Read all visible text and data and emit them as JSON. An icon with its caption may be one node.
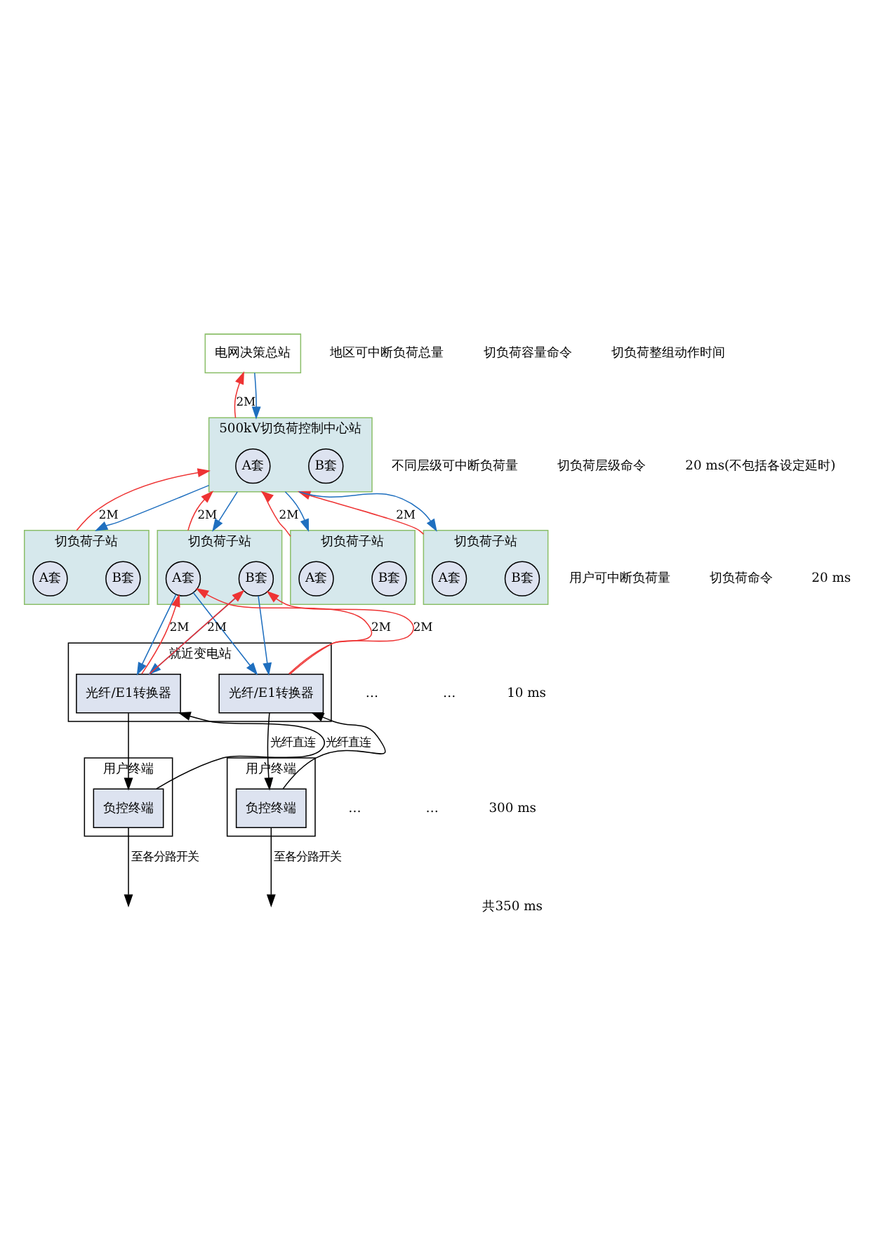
{
  "diagram": {
    "nodes": [
      {
        "text": [
          "电网决策总站"
        ]
      },
      {
        "text": [
          "500kV切负荷控制中心站"
        ]
      },
      {
        "text": [
          "A套"
        ],
        "in": 1
      },
      {
        "text": [
          "B套"
        ],
        "in": 1
      },
      {
        "text": [
          "切负荷子站"
        ]
      },
      {
        "text": [
          "A套"
        ],
        "in": 4
      },
      {
        "text": [
          "B套"
        ],
        "in": 4
      },
      {
        "text": [
          "切负荷子站"
        ]
      },
      {
        "text": [
          "A套"
        ],
        "in": 7
      },
      {
        "text": [
          "B套"
        ],
        "in": 7
      },
      {
        "text": [
          "切负荷子站"
        ]
      },
      {
        "text": [
          "A套"
        ],
        "in": 10
      },
      {
        "text": [
          "B套"
        ],
        "in": 10
      },
      {
        "text": [
          "切负荷子站"
        ]
      },
      {
        "text": [
          "A套"
        ],
        "in": 13
      },
      {
        "text": [
          "B套"
        ],
        "in": 13
      },
      {
        "text": [
          "就近变电站"
        ]
      },
      {
        "text": [
          "光纤/E1转换器"
        ],
        "in": 16
      },
      {
        "text": [
          "光纤/E1转换器"
        ],
        "in": 16
      },
      {
        "text": [
          "用户终端"
        ]
      },
      {
        "text": [
          "负控终端"
        ],
        "in": 19
      },
      {
        "text": [
          "用户终端"
        ]
      },
      {
        "text": [
          "负控终端"
        ],
        "in": 21
      }
    ],
    "edges": [
      {
        "from": 1,
        "to": 0,
        "arrow": "to",
        "color": "#ee3333",
        "label": "2M"
      },
      {
        "from": 0,
        "to": 1,
        "arrow": "to",
        "color": "#1f6fbf"
      },
      {
        "from": 4,
        "to": 1,
        "arrow": "to",
        "color": "#ee3333",
        "label": "2M"
      },
      {
        "from": 1,
        "to": 4,
        "arrow": "to",
        "color": "#1f6fbf"
      },
      {
        "from": 7,
        "to": 1,
        "arrow": "to",
        "color": "#ee3333",
        "label": "2M"
      },
      {
        "from": 1,
        "to": 7,
        "arrow": "to",
        "color": "#1f6fbf"
      },
      {
        "from": 10,
        "to": 1,
        "arrow": "to",
        "color": "#ee3333",
        "label": "2M"
      },
      {
        "from": 1,
        "to": 10,
        "arrow": "to",
        "color": "#1f6fbf"
      },
      {
        "from": 13,
        "to": 1,
        "arrow": "to",
        "color": "#ee3333",
        "label": "2M"
      },
      {
        "from": 1,
        "to": 13,
        "arrow": "to",
        "color": "#1f6fbf"
      },
      {
        "from": 17,
        "to": 8,
        "arrow": "to",
        "color": "#ee3333",
        "label": "2M"
      },
      {
        "from": 8,
        "to": 17,
        "arrow": "to",
        "color": "#1f6fbf"
      },
      {
        "from": 17,
        "to": 9,
        "arrow": "to",
        "color": "#ee3333",
        "label": "2M"
      },
      {
        "from": 9,
        "to": 17,
        "arrow": "to",
        "color": "#1f6fbf"
      },
      {
        "from": 18,
        "to": 8,
        "arrow": "to",
        "color": "#ee3333",
        "label": "2M"
      },
      {
        "from": 8,
        "to": 18,
        "arrow": "to",
        "color": "#1f6fbf"
      },
      {
        "from": 18,
        "to": 9,
        "arrow": "to",
        "color": "#ee3333",
        "label": "2M"
      },
      {
        "from": 9,
        "to": 18,
        "arrow": "to",
        "color": "#1f6fbf"
      },
      {
        "from": 17,
        "to": 20,
        "arrow": "to",
        "color": "#000000"
      },
      {
        "from": 20,
        "to": 17,
        "arrow": "to",
        "label": "光纤直连",
        "color": "#000000"
      },
      {
        "from": 18,
        "to": 22,
        "arrow": "to",
        "label": "光纤直连",
        "color": "#000000"
      },
      {
        "from": 22,
        "to": 18,
        "arrow": "to",
        "color": "#000000"
      },
      {
        "from": 20,
        "to": null,
        "arrow": "to",
        "label": "至各分路开关",
        "color": "#000000"
      },
      {
        "from": 22,
        "to": null,
        "arrow": "to",
        "label": "至各分路开关",
        "color": "#000000"
      }
    ],
    "labels": [
      "地区可中断负荷总量",
      "切负荷容量命令",
      "不同层级可中断负荷量",
      "切负荷层级命令",
      "用户可中断负荷量",
      "切负荷命令",
      "…",
      "…",
      "…",
      "…",
      "切负荷整组动作时间",
      "20 ms(不包括各设定延时)",
      "20 ms",
      "10 ms",
      "300 ms",
      "共350 ms"
    ]
  }
}
